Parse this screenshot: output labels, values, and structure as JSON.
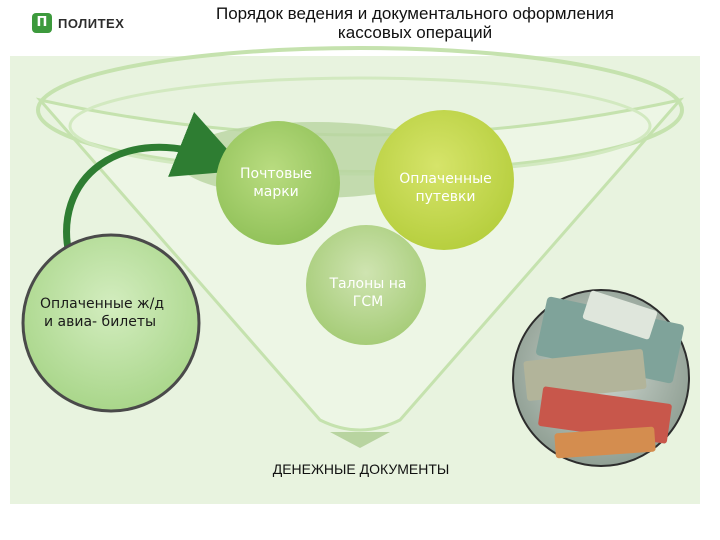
{
  "header": {
    "logo_text": "ПОЛИТЕХ",
    "title_line1": "Порядок ведения и документального оформления",
    "title_line2": "кассовых операций"
  },
  "diagram": {
    "circle_postage": "Почтовые марки",
    "circle_vouchers": "Оплаченные путевки",
    "circle_fuel": "Талоны на ГСМ",
    "circle_tickets_line1": "Оплаченные ж/д",
    "circle_tickets_line2": "и авиа- билеты",
    "funnel_base_label": "ДЕНЕЖНЫЕ ДОКУМЕНТЫ"
  },
  "colors": {
    "panel": "#e8f3df",
    "funnel_outline": "#c5e2ae",
    "circle_postage": "#a8d06a",
    "circle_vouchers": "#c9dc55",
    "circle_fuel": "#b9d993",
    "circle_tickets": "#c2e5a9",
    "arrow": "#2e7d32"
  }
}
